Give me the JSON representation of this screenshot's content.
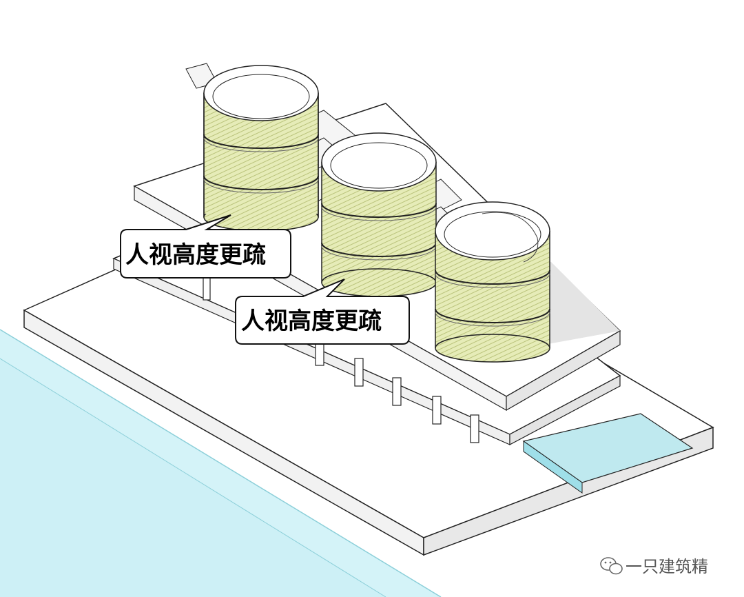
{
  "annotations": [
    {
      "id": "callout-1",
      "text": "人视高度更疏"
    },
    {
      "id": "callout-2",
      "text": "人视高度更疏"
    }
  ],
  "watermark": {
    "text": "一只建筑精",
    "icon": "wechat-icon"
  },
  "colors": {
    "water": "#d4f3f8",
    "water_edge": "#9fdfe9",
    "facade": "#e6ecb8",
    "facade_dark": "#d2da90",
    "slab": "#ffffff",
    "shadow": "#e2e2e2",
    "line": "#222222"
  }
}
